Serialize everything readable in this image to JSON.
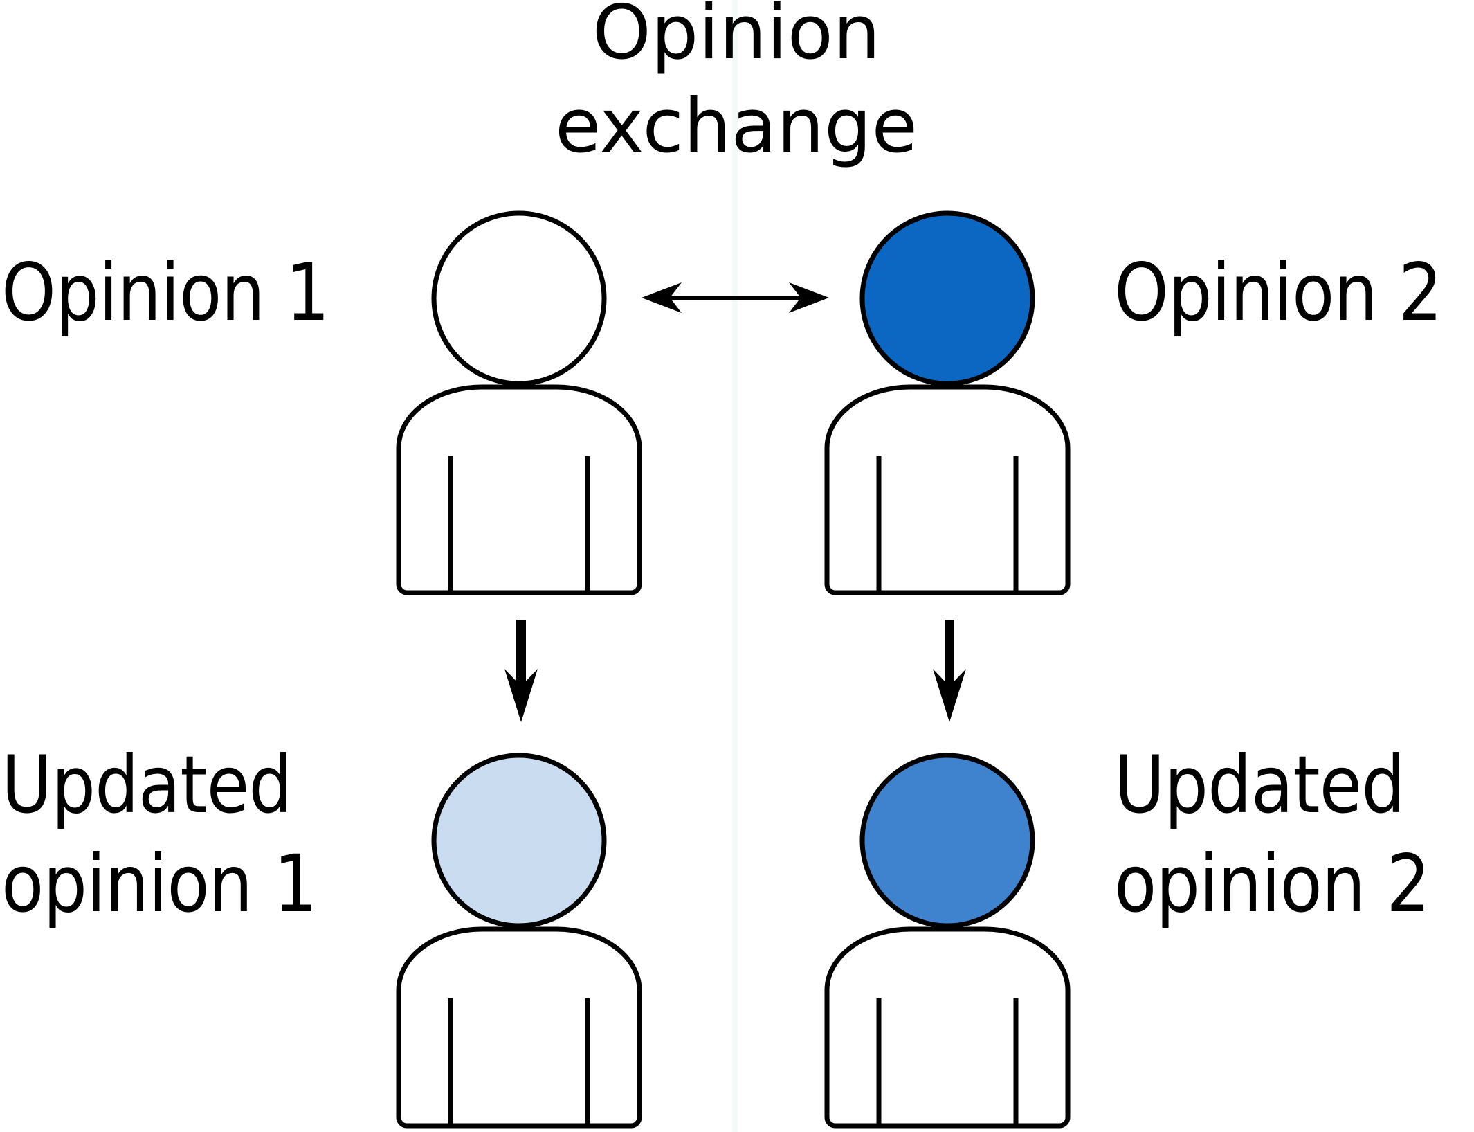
{
  "title": {
    "line1": "Opinion",
    "line2": "exchange"
  },
  "figures": {
    "top_left": {
      "label": "Opinion 1",
      "head_color": "#ffffff"
    },
    "top_right": {
      "label": "Opinion 2",
      "head_color": "#0b67c1"
    },
    "bottom_left": {
      "label_line1": "Updated",
      "label_line2": "opinion 1",
      "head_color": "#c9dcf0"
    },
    "bottom_right": {
      "label_line1": "Updated",
      "label_line2": "opinion 2",
      "head_color": "#3f82cd"
    }
  },
  "colors": {
    "background": "#ffffff",
    "outline": "#000000",
    "arrow": "#000000",
    "opinion_1_head": "#ffffff",
    "opinion_2_head": "#0b67c1",
    "updated_opinion_1_head": "#c9dcf0",
    "updated_opinion_2_head": "#3f82cd",
    "center_seam": "#eefaf6"
  }
}
